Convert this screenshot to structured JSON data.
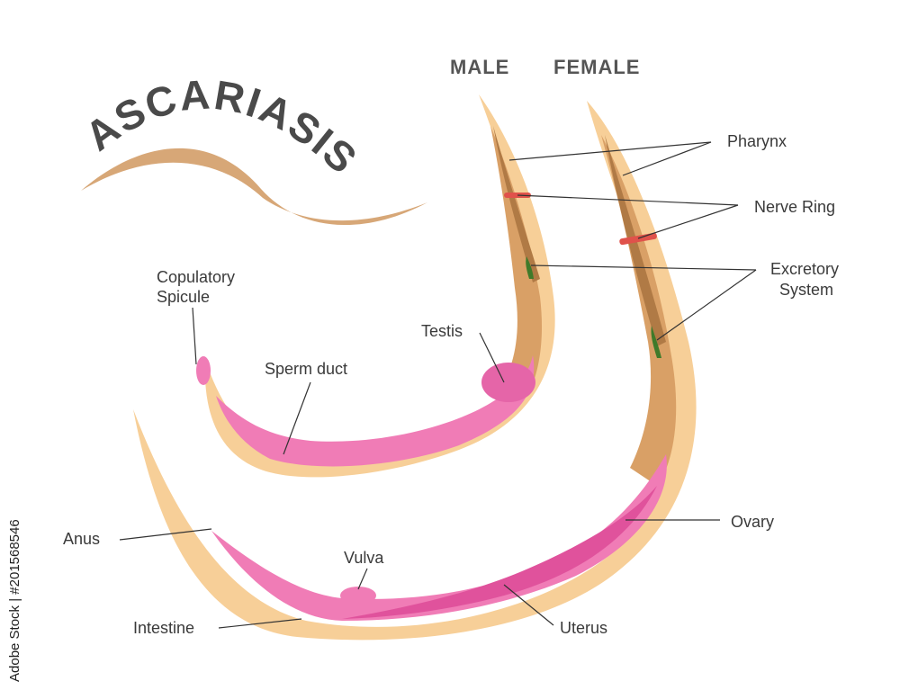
{
  "title": "ASCARIASIS",
  "headers": {
    "male": "MALE",
    "female": "FEMALE"
  },
  "labels": {
    "pharynx": "Pharynx",
    "nerve_ring": "Nerve Ring",
    "excretory_1": "Excretory",
    "excretory_2": "System",
    "copulatory_1": "Copulatory",
    "copulatory_2": "Spicule",
    "sperm_duct": "Sperm duct",
    "testis": "Testis",
    "ovary": "Ovary",
    "anus": "Anus",
    "vulva": "Vulva",
    "intestine": "Intestine",
    "uterus": "Uterus"
  },
  "watermark": "Adobe Stock | #201568546",
  "colors": {
    "body": "#f7cf98",
    "gut": "#d9a066",
    "pink": "#f07cb6",
    "pink_dark": "#e0529c",
    "nerve": "#e0524b",
    "excretory": "#3f7a2a",
    "worm_tan": "#d7a777"
  }
}
